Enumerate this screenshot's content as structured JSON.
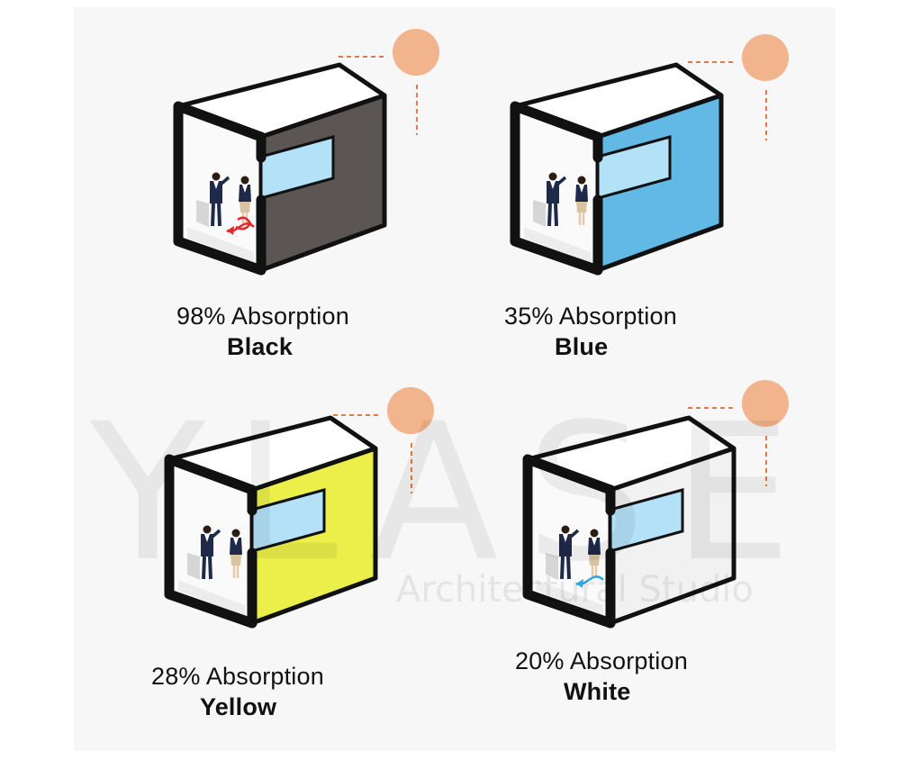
{
  "panels": [
    {
      "percent_label": "98% Absorption",
      "color_name": "Black",
      "face_color": "#5b5653",
      "arrow_color": "#e22828"
    },
    {
      "percent_label": "35% Absorption",
      "color_name": "Blue",
      "face_color": "#63b9e6",
      "arrow_color": ""
    },
    {
      "percent_label": "28% Absorption",
      "color_name": "Yellow",
      "face_color": "#ecef4a",
      "arrow_color": ""
    },
    {
      "percent_label": "20% Absorption",
      "color_name": "White",
      "face_color": "#f1f1f1",
      "arrow_color": "#2aa6e0"
    }
  ],
  "colors": {
    "sun": "#f2b48c",
    "sun_rays": "#e07a44",
    "window": "#b3e1f7",
    "outline": "#111111",
    "top_face": "#ffffff"
  },
  "watermark": {
    "big": "YLASE",
    "small": "Architectural Studio"
  }
}
